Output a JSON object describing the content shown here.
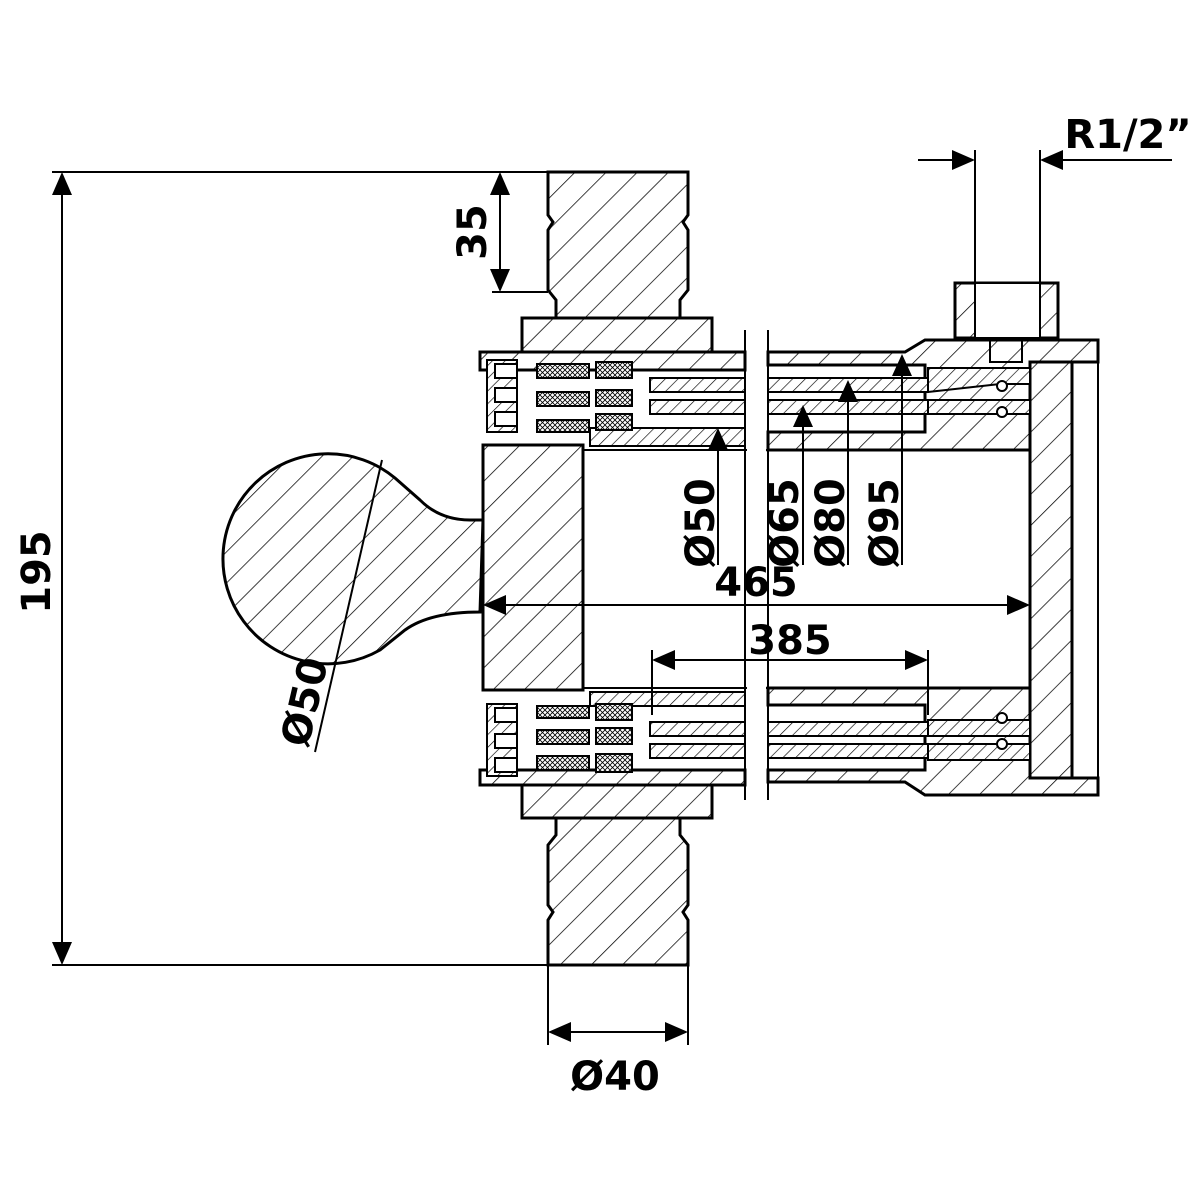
{
  "dimensions": {
    "total_height": "195",
    "mount_depth": "35",
    "ball_diameter": "Ø50",
    "mount_diameter": "Ø40",
    "thread": "R1/2”",
    "stroke_total": "465",
    "stroke_stage": "385",
    "stage_diameters": [
      "Ø50",
      "Ø65",
      "Ø80",
      "Ø95"
    ]
  }
}
